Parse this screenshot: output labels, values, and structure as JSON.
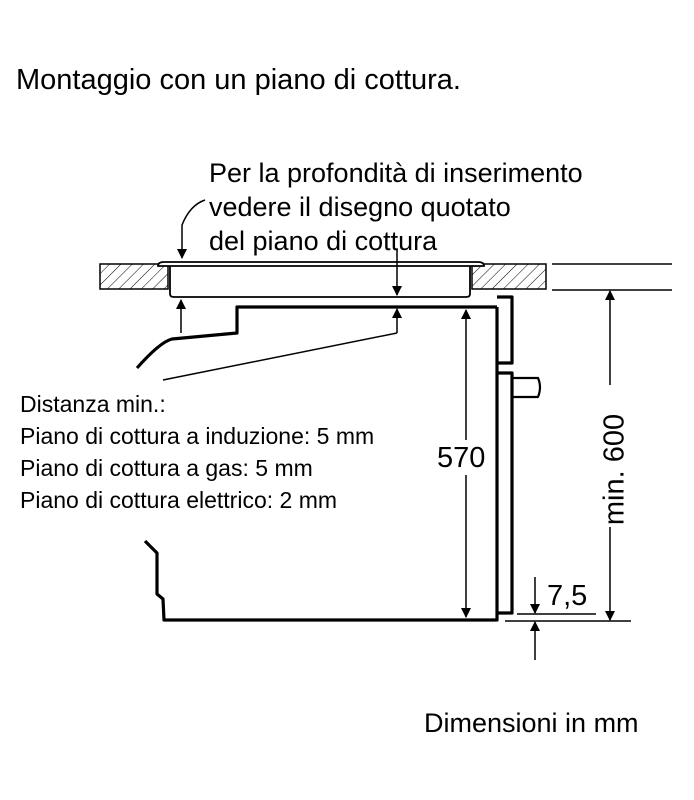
{
  "title": "Montaggio con un piano di cottura.",
  "note_lines": [
    "Per la profondità di inserimento",
    "vedere il disegno quotato",
    "del piano di cottura"
  ],
  "distance": {
    "heading": "Distanza min.:",
    "lines": [
      "Piano di cottura a induzione: 5 mm",
      "Piano di cottura a gas: 5 mm",
      "Piano di cottura elettrico: 2 mm"
    ]
  },
  "dimensions": {
    "oven_height": "570",
    "niche_height": "min. 600",
    "bottom_gap": "7,5"
  },
  "units_note": "Dimensioni in mm"
}
